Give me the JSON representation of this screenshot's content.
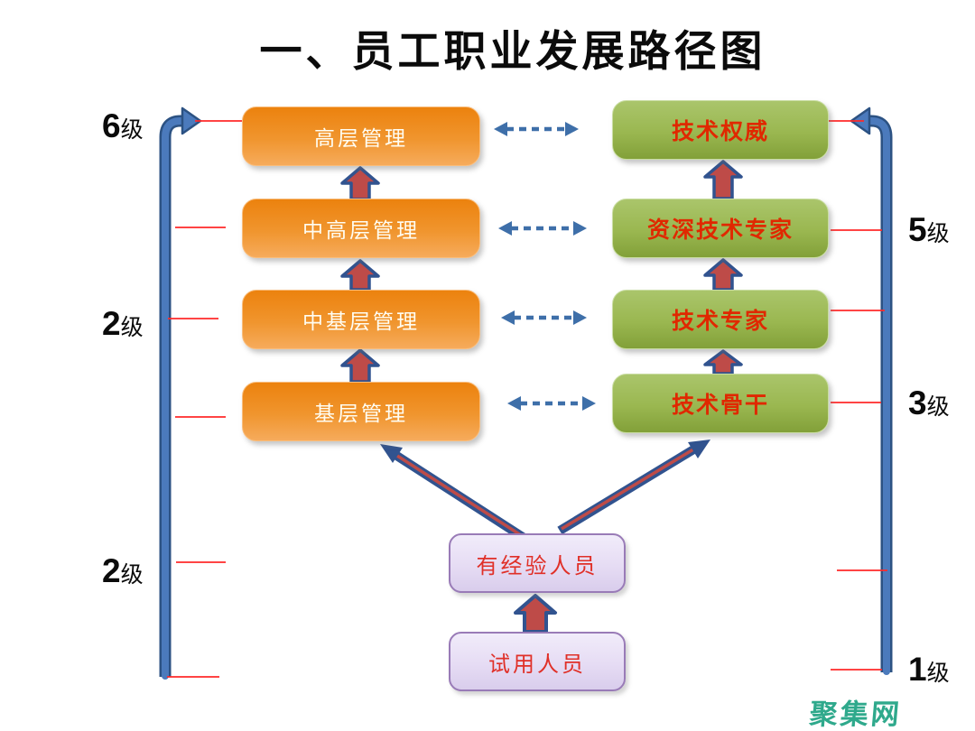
{
  "title": "一、员工职业发展路径图",
  "watermark": "聚集网",
  "management_track": {
    "boxes": [
      {
        "label": "高层管理"
      },
      {
        "label": "中高层管理"
      },
      {
        "label": "中基层管理"
      },
      {
        "label": "基层管理"
      }
    ]
  },
  "technical_track": {
    "boxes": [
      {
        "label": "技术权威"
      },
      {
        "label": "资深技术专家"
      },
      {
        "label": "技术专家"
      },
      {
        "label": "技术骨干"
      }
    ]
  },
  "entry_track": {
    "boxes": [
      {
        "label": "有经验人员"
      },
      {
        "label": "试用人员"
      }
    ]
  },
  "levels": {
    "left": [
      {
        "num": "6",
        "suffix": "级"
      },
      {
        "num": "2",
        "suffix": "级"
      },
      {
        "num": "2",
        "suffix": "级"
      }
    ],
    "right": [
      {
        "num": "5",
        "suffix": "级"
      },
      {
        "num": "3",
        "suffix": "级"
      },
      {
        "num": "1",
        "suffix": "级"
      }
    ]
  },
  "colors": {
    "management_box": "#ec820e",
    "technical_box": "#9ab750",
    "entry_box": "#e6dcf4",
    "entry_box_border": "#997bb7",
    "management_text": "#fffdf2",
    "red_text": "#e02800",
    "progression_bar": "#4b7abc",
    "progression_bar_edge": "#2c5283",
    "tick_line": "#ff2a2a",
    "block_arrow_fill": "#be4b48",
    "block_arrow_border": "#31538f",
    "dashed_arrow": "#3e6fa9",
    "watermark": "#2fa98c"
  }
}
